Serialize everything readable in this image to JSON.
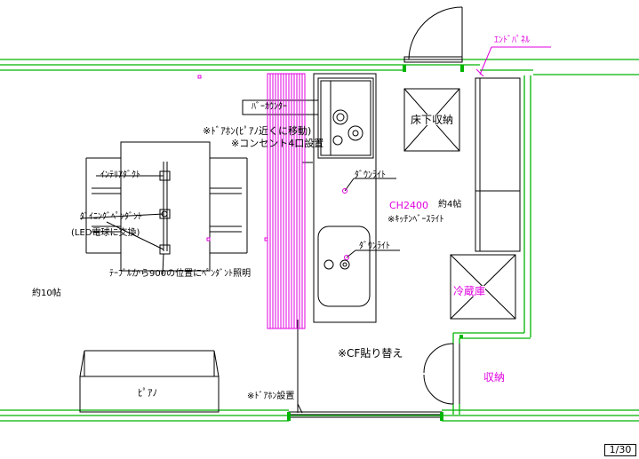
{
  "colors": {
    "wall": "#00b400",
    "annotation": "#e000e0",
    "line": "#000000"
  },
  "labels": {
    "end_panel": "ｴﾝﾄﾞﾊﾟﾈﾙ",
    "bar_counter": "ﾊﾞｰｶｳﾝﾀｰ",
    "intercom_move": "※ﾄﾞｱﾎﾝ(ﾋﾟｱﾉ近くに移動)",
    "outlet": "※コンセント4口設置",
    "underfloor_storage": "床下収納",
    "downlight_1": "ﾀﾞｳﾝﾗｲﾄ",
    "downlight_2": "ﾀﾞｳﾝﾗｲﾄ",
    "ch_height": "CH2400",
    "kitchen_size": "約4帖",
    "kitchen_base_light": "※ｷｯﾁﾝﾍﾞｰｽﾗｲﾄ",
    "interior_duct": "ｲﾝﾃﾘｱﾀﾞｸﾄ",
    "dining_pendant": "ﾀﾞｲﾆﾝｸﾞﾍﾟﾝﾀﾞﾝﾄ",
    "led_swap": "(LED電球に交換)",
    "pendant_note": "ﾃｰﾌﾞﾙから900の位置にﾍﾟﾝﾀﾞﾝﾄ照明",
    "fridge": "冷蔵庫",
    "living_size": "約10帖",
    "cf_replace": "※CF貼り替え",
    "storage": "収納",
    "piano": "ﾋﾟｱﾉ",
    "intercom_install": "※ﾄﾞｱﾎﾝ設置",
    "page_number": "1/30"
  }
}
